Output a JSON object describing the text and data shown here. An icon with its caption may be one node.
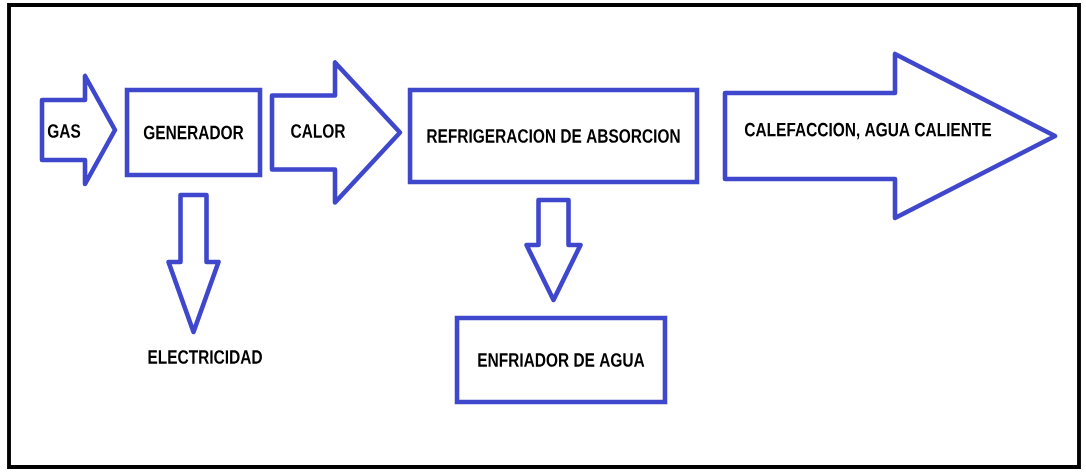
{
  "diagram": {
    "nodes": [
      {
        "text": [
          "GENERADOR"
        ]
      },
      {
        "text": [
          "REFRIGERACION DE ABSORCION"
        ]
      },
      {
        "text": [
          "ELECTRICIDAD"
        ]
      },
      {
        "text": [
          "ENFRIADOR DE AGUA"
        ]
      }
    ],
    "edges": [
      {
        "from": null,
        "to": 0,
        "arrow": "to",
        "label": "GAS"
      },
      {
        "from": 0,
        "to": 1,
        "arrow": "to",
        "label": "CALOR"
      },
      {
        "from": 1,
        "to": null,
        "arrow": "to",
        "label": "CALEFACCION, AGUA CALIENTE"
      },
      {
        "from": 0,
        "to": 2,
        "arrow": "to"
      },
      {
        "from": 1,
        "to": 3,
        "arrow": "to"
      }
    ]
  }
}
